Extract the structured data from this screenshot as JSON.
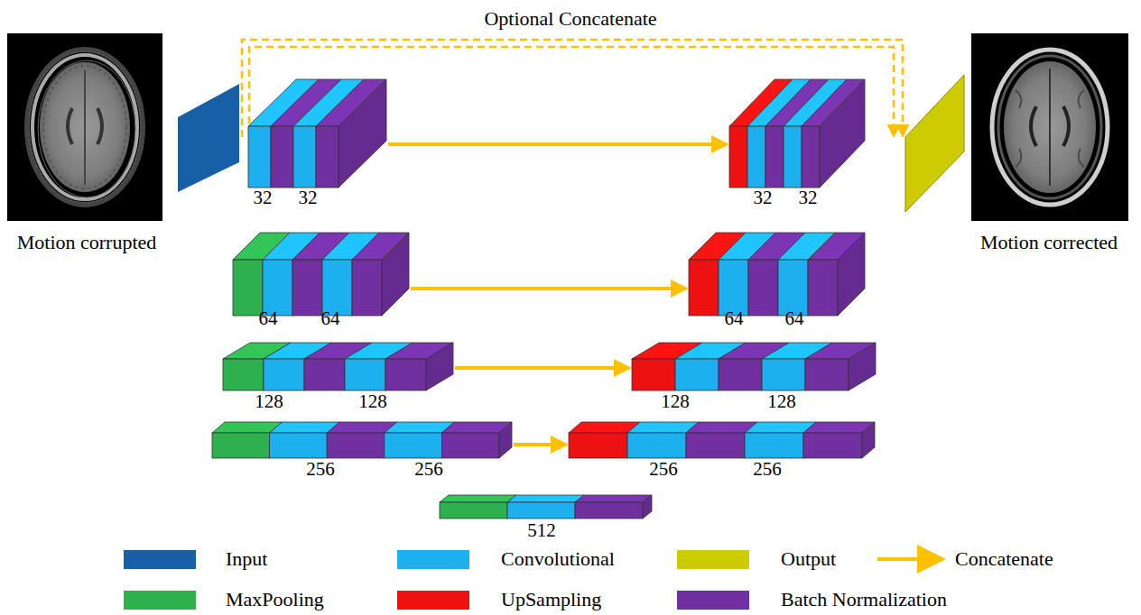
{
  "diagram": {
    "nodes": [
      {
        "text": [
          "32",
          "32"
        ]
      },
      {
        "text": [
          "32",
          "32"
        ]
      },
      {
        "text": [
          "64",
          "64"
        ]
      },
      {
        "text": [
          "64",
          "64"
        ]
      },
      {
        "text": [
          "128",
          "128"
        ]
      },
      {
        "text": [
          "128",
          "128"
        ]
      },
      {
        "text": [
          "256",
          "256"
        ]
      },
      {
        "text": [
          "256",
          "256"
        ]
      },
      {
        "text": [
          "512"
        ]
      }
    ],
    "edges": [
      {
        "from": 0,
        "to": 1,
        "arrow": "to"
      },
      {
        "from": 2,
        "to": 3,
        "arrow": "to"
      },
      {
        "from": 4,
        "to": 5,
        "arrow": "to"
      },
      {
        "from": 6,
        "to": 7,
        "arrow": "to"
      }
    ],
    "labels": [
      "Optional Concatenate",
      "Motion corrupted",
      "Motion corrected"
    ],
    "legend": [
      {
        "text": "Input",
        "color": "#1760a8"
      },
      {
        "text": "Convolutional",
        "color": "#1cb0ee"
      },
      {
        "text": "Output",
        "color": "#cccc00"
      },
      {
        "text": "Concatenate"
      },
      {
        "text": "MaxPooling",
        "color": "#2eb04f"
      },
      {
        "text": "UpSampling",
        "color": "#ee1111"
      },
      {
        "text": "Batch Normalization",
        "color": "#7030a0"
      }
    ]
  }
}
